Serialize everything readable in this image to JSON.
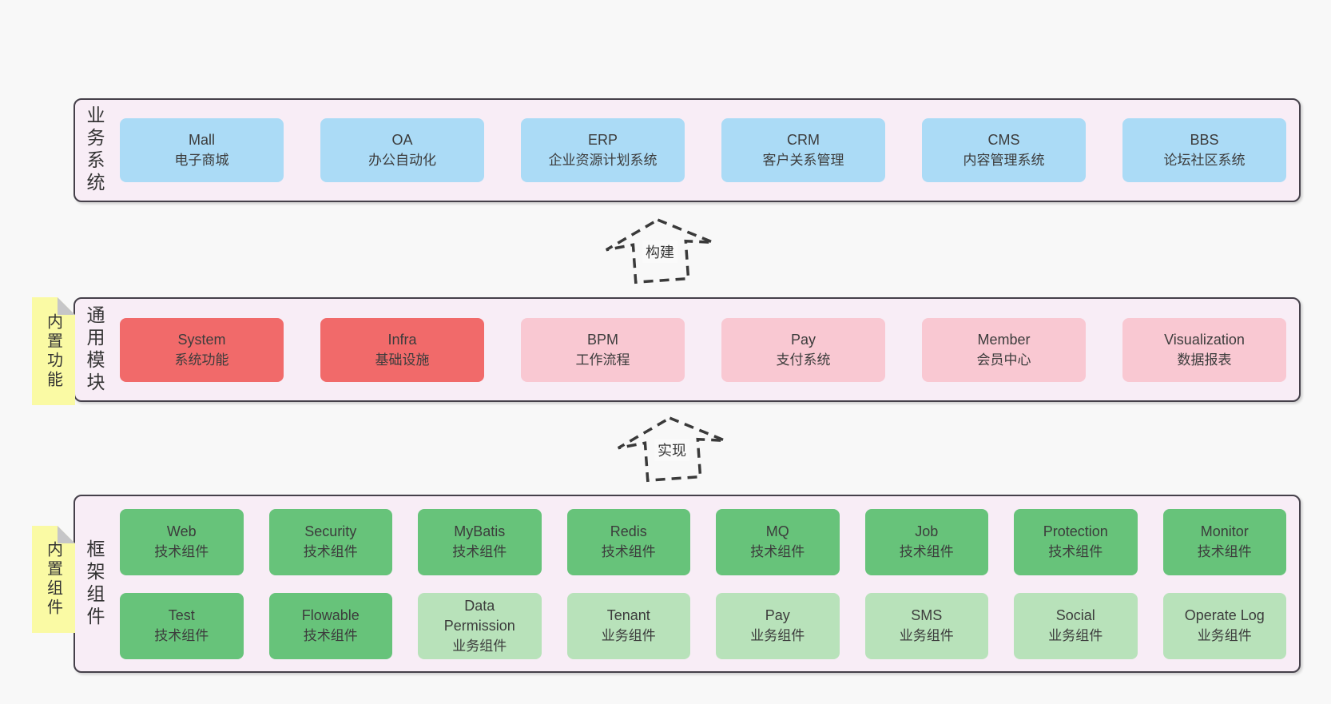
{
  "colors": {
    "page_bg": "#f8f8f8",
    "panel_bg": "#f8edf6",
    "panel_border": "#45404a",
    "box_blue": "#abdbf6",
    "box_red": "#f16a6a",
    "box_pink": "#f9c8d2",
    "box_green": "#67c37a",
    "box_lightgreen": "#b8e2ba",
    "sticky_yellow": "#fafaa4",
    "sticky_fold": "#c6c6c8",
    "text": "#3c3c3c",
    "arrow": "#3a3a3a"
  },
  "arrows": [
    {
      "label": "构建"
    },
    {
      "label": "实现"
    }
  ],
  "layers": [
    {
      "id": "business-systems",
      "label": "业务系统",
      "sticky": null,
      "rows": [
        [
          {
            "title": "Mall",
            "subtitle": "电子商城",
            "variant": "blue"
          },
          {
            "title": "OA",
            "subtitle": "办公自动化",
            "variant": "blue"
          },
          {
            "title": "ERP",
            "subtitle": "企业资源计划系统",
            "variant": "blue"
          },
          {
            "title": "CRM",
            "subtitle": "客户关系管理",
            "variant": "blue"
          },
          {
            "title": "CMS",
            "subtitle": "内容管理系统",
            "variant": "blue"
          },
          {
            "title": "BBS",
            "subtitle": "论坛社区系统",
            "variant": "blue"
          }
        ]
      ]
    },
    {
      "id": "common-modules",
      "label": "通用模块",
      "sticky": {
        "label": "内置功能"
      },
      "rows": [
        [
          {
            "title": "System",
            "subtitle": "系统功能",
            "variant": "red"
          },
          {
            "title": "Infra",
            "subtitle": "基础设施",
            "variant": "red"
          },
          {
            "title": "BPM",
            "subtitle": "工作流程",
            "variant": "pink"
          },
          {
            "title": "Pay",
            "subtitle": "支付系统",
            "variant": "pink"
          },
          {
            "title": "Member",
            "subtitle": "会员中心",
            "variant": "pink"
          },
          {
            "title": "Visualization",
            "subtitle": "数据报表",
            "variant": "pink"
          }
        ]
      ]
    },
    {
      "id": "framework-components",
      "label": "框架组件",
      "sticky": {
        "label": "内置组件"
      },
      "rows": [
        [
          {
            "title": "Web",
            "subtitle": "技术组件",
            "variant": "green"
          },
          {
            "title": "Security",
            "subtitle": "技术组件",
            "variant": "green"
          },
          {
            "title": "MyBatis",
            "subtitle": "技术组件",
            "variant": "green"
          },
          {
            "title": "Redis",
            "subtitle": "技术组件",
            "variant": "green"
          },
          {
            "title": "MQ",
            "subtitle": "技术组件",
            "variant": "green"
          },
          {
            "title": "Job",
            "subtitle": "技术组件",
            "variant": "green"
          },
          {
            "title": "Protection",
            "subtitle": "技术组件",
            "variant": "green"
          },
          {
            "title": "Monitor",
            "subtitle": "技术组件",
            "variant": "green"
          }
        ],
        [
          {
            "title": "Test",
            "subtitle": "技术组件",
            "variant": "green"
          },
          {
            "title": "Flowable",
            "subtitle": "技术组件",
            "variant": "green"
          },
          {
            "title": "Data Permission",
            "subtitle": "业务组件",
            "variant": "lightgreen"
          },
          {
            "title": "Tenant",
            "subtitle": "业务组件",
            "variant": "lightgreen"
          },
          {
            "title": "Pay",
            "subtitle": "业务组件",
            "variant": "lightgreen"
          },
          {
            "title": "SMS",
            "subtitle": "业务组件",
            "variant": "lightgreen"
          },
          {
            "title": "Social",
            "subtitle": "业务组件",
            "variant": "lightgreen"
          },
          {
            "title": "Operate Log",
            "subtitle": "业务组件",
            "variant": "lightgreen"
          }
        ]
      ]
    }
  ]
}
